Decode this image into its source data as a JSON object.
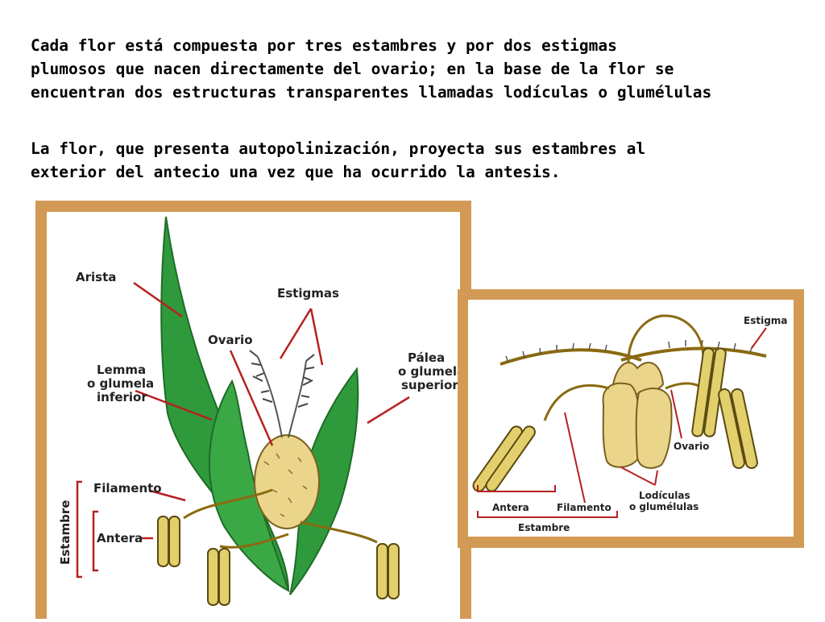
{
  "paragraph1": {
    "lines": [
      "Cada flor está compuesta por tres estambres y por dos estigmas",
      "plumosos que nacen directamente del ovario; en la base de la flor se",
      "encuentran dos estructuras transparentes llamadas lodículas o glumélulas"
    ]
  },
  "paragraph2": {
    "lines": [
      "La flor, que presenta autopolinización, proyecta sus estambres al",
      "exterior del antecio una vez que ha ocurrido la antesis."
    ]
  },
  "diagram_left": {
    "labels": {
      "arista": "Arista",
      "estigmas": "Estigmas",
      "ovario": "Ovario",
      "lemma_1": "Lemma",
      "lemma_2": "o glumela",
      "lemma_3": "inferior",
      "palea_1": "Pálea",
      "palea_2": "o glumela",
      "palea_3": "superior",
      "filamento": "Filamento",
      "antera": "Antera",
      "estambre": "Estambre"
    }
  },
  "diagram_right": {
    "labels": {
      "estigma": "Estigma",
      "ovario": "Ovario",
      "lodiculas_1": "Lodículas",
      "lodiculas_2": "o glumélulas",
      "antera": "Antera",
      "filamento": "Filamento",
      "estambre": "Estambre"
    }
  },
  "colors": {
    "frame": "#d39a55",
    "leaf": "#2f9a3c",
    "anther": "#e3cf6c",
    "ovary": "#ead58a",
    "pointer": "#b82020"
  }
}
